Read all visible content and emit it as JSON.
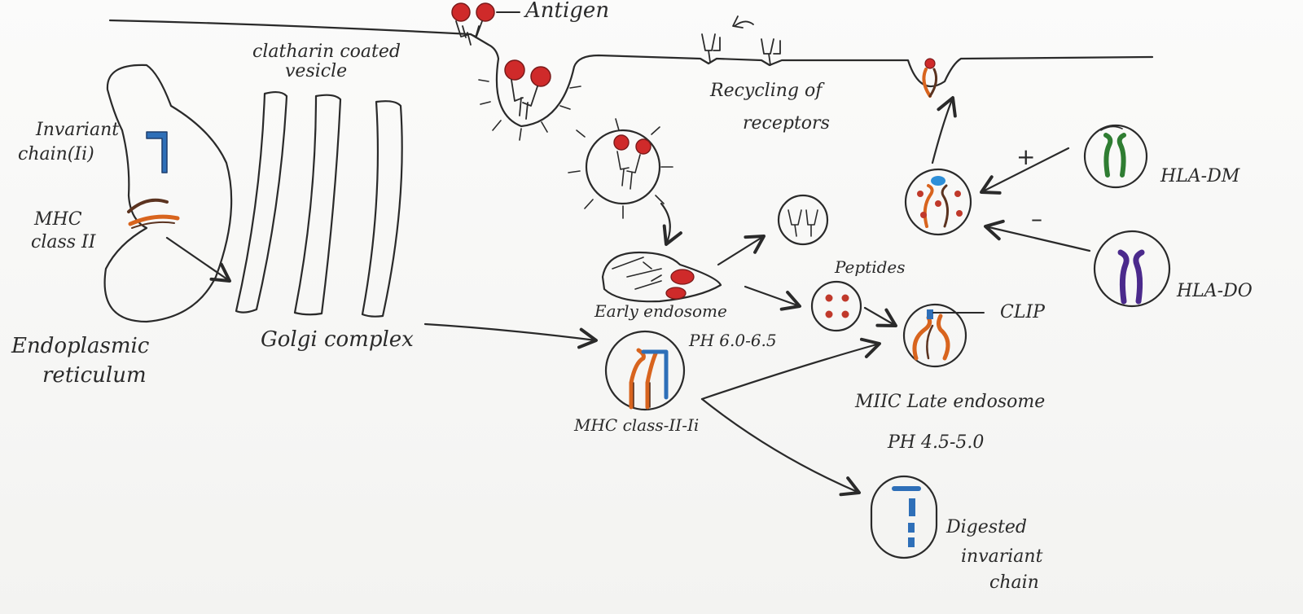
{
  "labels": {
    "antigen": "Antigen",
    "clathrin_line1": "clatharin coated",
    "clathrin_line2": "vesicle",
    "invariant_line1": "Invariant",
    "invariant_line2": "chain(Ii)",
    "mhc_line1": "MHC",
    "mhc_line2": "class II",
    "er_line1": "Endoplasmic",
    "er_line2": "reticulum",
    "golgi": "Golgi complex",
    "recycling_line1": "Recycling of",
    "recycling_line2": "receptors",
    "early_endosome": "Early endosome",
    "early_ph": "PH 6.0-6.5",
    "peptides": "Peptides",
    "clip": "CLIP",
    "miic_line1": "MIIC Late endosome",
    "miic_line2": "PH 4.5-5.0",
    "mhc_ii_ii": "MHC class-II-Ii",
    "hla_dm": "HLA-DM",
    "hla_do": "HLA-DO",
    "plus": "+",
    "minus": "–",
    "digested_line1": "Digested",
    "digested_line2": "invariant",
    "digested_line3": "chain"
  },
  "colors": {
    "ink": "#2a2a2a",
    "antigen_red": "#cf2a2a",
    "invariant_blue": "#2e6fb8",
    "mhc_orange": "#d8641e",
    "mhc_brown": "#5b3320",
    "hla_dm_green": "#2f7d32",
    "hla_do_purple": "#4b2a8c",
    "peptide_red": "#c0392b"
  }
}
